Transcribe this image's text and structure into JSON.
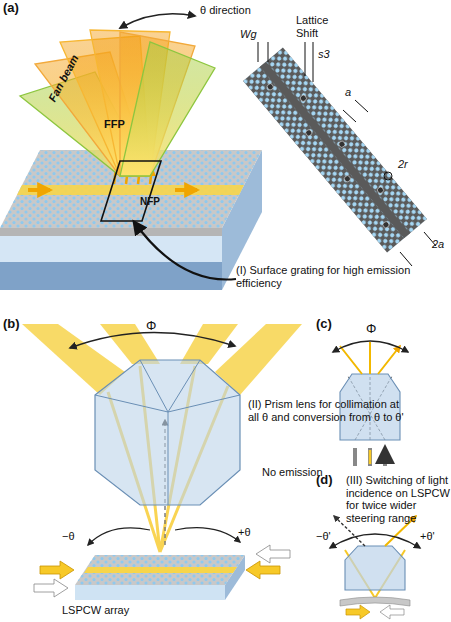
{
  "diagram": {
    "nodes": [
      {
        "text": [
          "(I) Surface grating for high emission efficiency"
        ]
      },
      {
        "text": [
          "NFP"
        ]
      }
    ],
    "edges": [
      {
        "from": 0,
        "to": 1,
        "arrow": "to"
      }
    ],
    "labels": [
      "(a)",
      "θ direction",
      "Fan beam",
      "FFP",
      "Wg",
      "Lattice Shift",
      "s3",
      "a",
      "2r",
      "2a",
      "(b)",
      "Φ",
      "(II) Prism lens for collimation at all θ and conversion from θ to θ'",
      "No emission",
      "−θ",
      "+θ",
      "LSPCW array",
      "(c)",
      "Φ",
      "(d)",
      "(III) Switching of light incidence on LSPCW for twice wider steering range",
      "−θ'",
      "+θ'"
    ]
  }
}
